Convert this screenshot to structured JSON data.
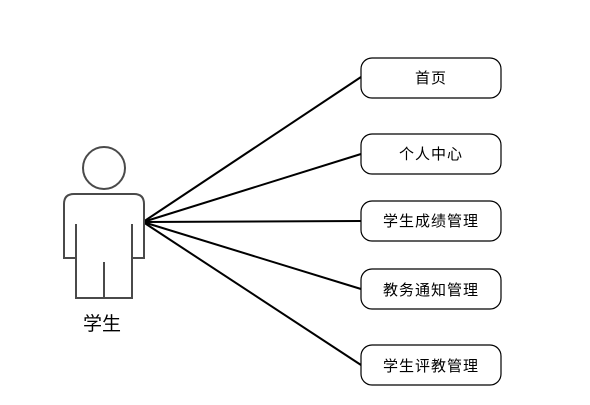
{
  "actor": {
    "name": "学生",
    "icon": "person-icon"
  },
  "use_cases": [
    {
      "id": "home",
      "label": "首页"
    },
    {
      "id": "personal-center",
      "label": "个人中心"
    },
    {
      "id": "grade-management",
      "label": "学生成绩管理"
    },
    {
      "id": "academic-notice-management",
      "label": "教务通知管理"
    },
    {
      "id": "teaching-evaluation-management",
      "label": "学生评教管理"
    }
  ],
  "colors": {
    "actor_stroke": "#4a4a4a",
    "line": "#000000",
    "box_stroke": "#000000",
    "background": "#ffffff"
  }
}
